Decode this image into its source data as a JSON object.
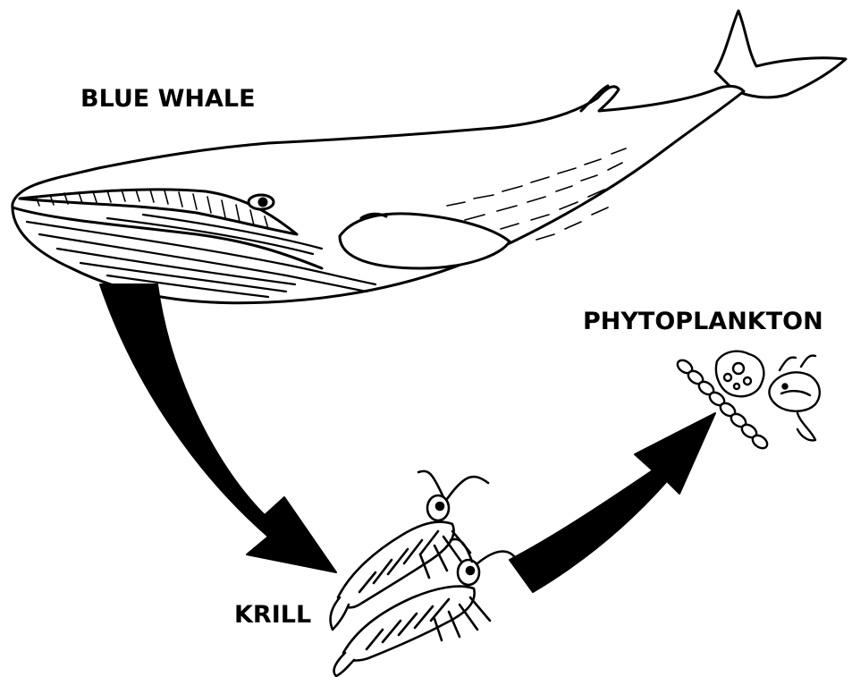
{
  "labels": {
    "whale": "BLUE WHALE",
    "phytoplankton": "PHYTOPLANKTON",
    "krill": "KRILL"
  },
  "colors": {
    "ink": "#000000",
    "paper": "#ffffff"
  },
  "icons": [
    "blue-whale-illustration",
    "krill-illustration",
    "phytoplankton-illustration",
    "arrow-whale-to-krill",
    "arrow-krill-to-phytoplankton"
  ]
}
